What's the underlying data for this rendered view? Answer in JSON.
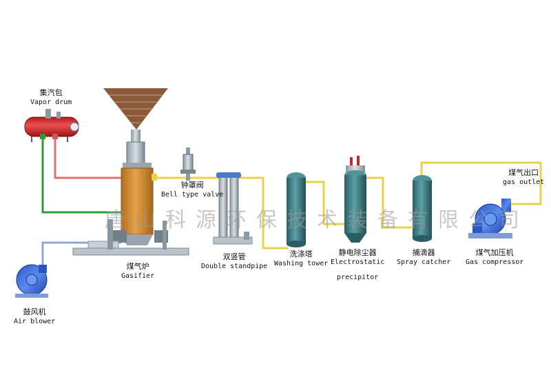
{
  "labels": {
    "vapor_drum": {
      "zh": "集汽包",
      "en": "Vapor drum"
    },
    "bell_valve": {
      "zh": "钟罩阀",
      "en": "Bell type valve"
    },
    "gasifier": {
      "zh": "煤气炉",
      "en": "Gasifier"
    },
    "double_standpipe": {
      "zh": "双竖管",
      "en": "Double standpipe"
    },
    "washing_tower": {
      "zh": "洗涤塔",
      "en": "Washing tower"
    },
    "esp": {
      "zh": "静电除尘器",
      "en": "Electrostatic",
      "en2": "precipitor"
    },
    "spray_catcher": {
      "zh": "捕滴器",
      "en": "Spray catcher"
    },
    "gas_compressor": {
      "zh": "煤气加压机",
      "en": "Gas compressor"
    },
    "gas_outlet": {
      "zh": "煤气出口",
      "en": "gas outlet"
    },
    "air_blower": {
      "zh": "鼓风机",
      "en": "Air blower"
    }
  },
  "watermark": "唐山科源环保技术装备有限公司",
  "colors": {
    "gas_pipe": "#e8d24a",
    "water_pipe_green": "#2e9a3a",
    "steam_pipe_red": "#e07070",
    "air_pipe_blue": "#8aa8d8",
    "vessel_teal": "#3e7f86",
    "gasifier_body": "#d08a2c",
    "hopper_brown": "#8a5a3a",
    "drum_red": "#d42a2a",
    "equipment_blue": "#3a6ed8"
  }
}
